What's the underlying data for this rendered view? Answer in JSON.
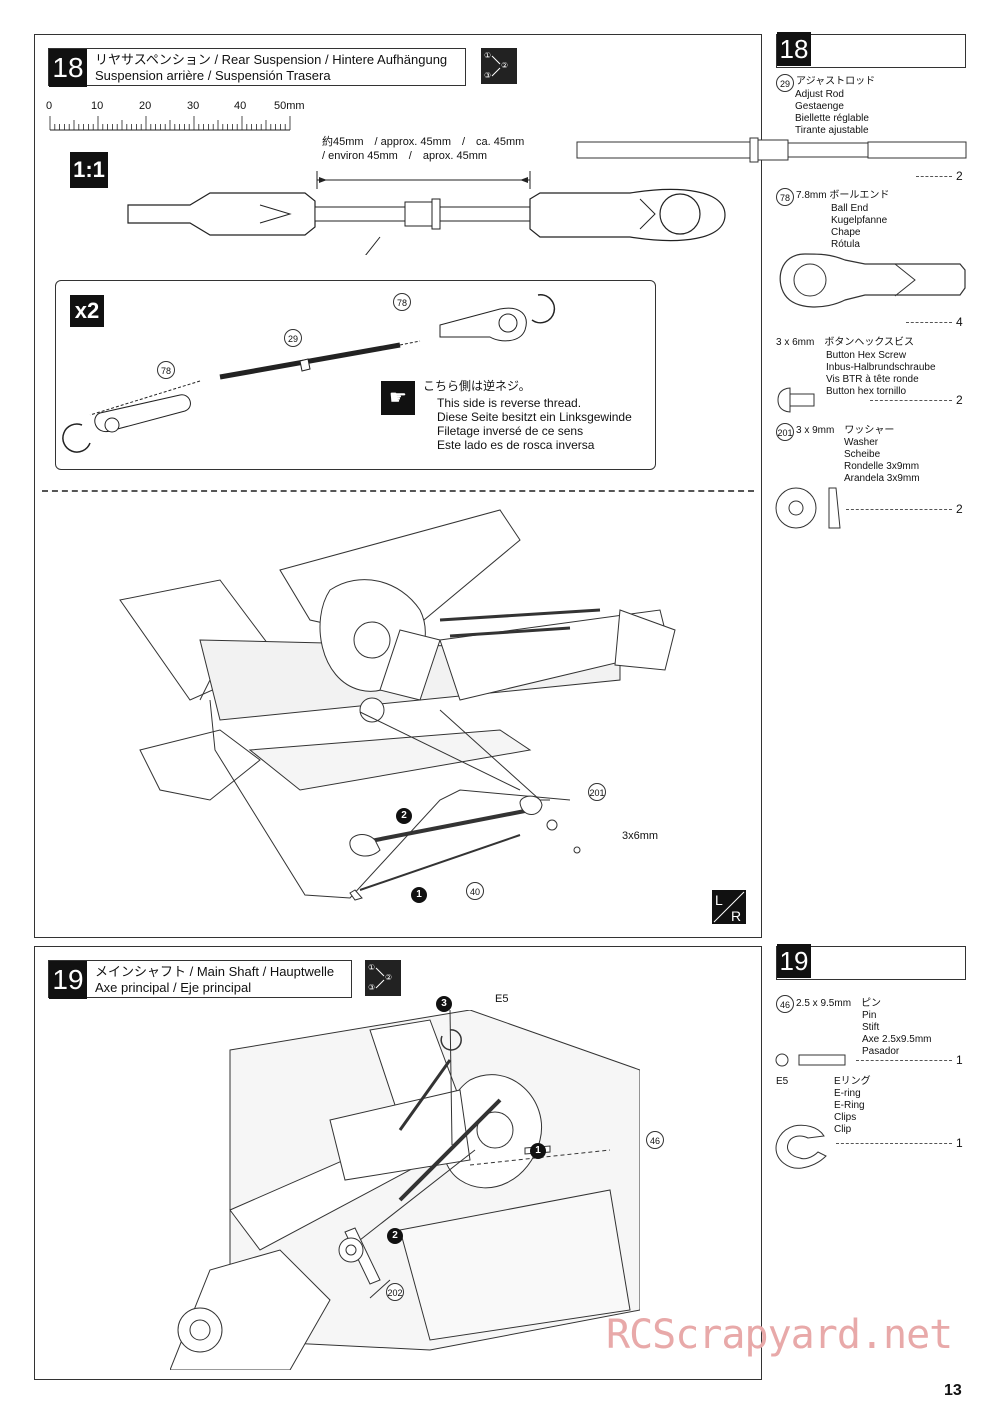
{
  "step18": {
    "number": "18",
    "title_line1": "リヤサスペンション / Rear Suspension / Hintere Aufhängung",
    "title_line2": "Suspension arrière / Suspensión Trasera",
    "ruler_ticks": [
      "0",
      "10",
      "20",
      "30",
      "40",
      "50mm"
    ],
    "scale_label": "1:1",
    "length_line1": "約45mm　/ approx. 45mm　/　ca. 45mm",
    "length_line2": "/ environ 45mm　/　aprox. 45mm",
    "multiplier": "x2",
    "part78a": "78",
    "part78b": "78",
    "part29": "29",
    "reverse_jp": "こちら側は逆ネジ。",
    "reverse_en": "This side is reverse thread.",
    "reverse_de": "Diese Seite besitzt ein Linksgewinde",
    "reverse_fr": "Filetage inversé de ce sens",
    "reverse_es": "Este lado es de rosca inversa",
    "callout_201": "201",
    "callout_40": "40",
    "screw_label": "3x6mm",
    "bullet1": "1",
    "bullet2": "2",
    "lr_mark": "L/R"
  },
  "parts18": {
    "number": "18",
    "items": [
      {
        "id": "29",
        "lines": [
          "アジャストロッド",
          "Adjust Rod",
          "Gestaenge",
          "Biellette réglable",
          "Tirante ajustable"
        ],
        "qty": "2"
      },
      {
        "id": "78",
        "lines": [
          "7.8mm ボールエンド",
          "Ball End",
          "Kugelpfanne",
          "Chape",
          "Rótula"
        ],
        "qty": "4"
      },
      {
        "id": "",
        "lines": [
          "3 x 6mm　ボタンヘックスビス",
          "Button Hex Screw",
          "Inbus-Halbrundschraube",
          "Vis BTR à tête ronde",
          "Button hex tornillo"
        ],
        "qty": "2"
      },
      {
        "id": "201",
        "lines": [
          "3 x 9mm　ワッシャー",
          "Washer",
          "Scheibe",
          "Rondelle 3x9mm",
          "Arandela 3x9mm"
        ],
        "qty": "2"
      }
    ]
  },
  "step19": {
    "number": "19",
    "title_line1": "メインシャフト / Main Shaft / Hauptwelle",
    "title_line2": "Axe principal / Eje principal",
    "e5": "E5",
    "callout_46": "46",
    "callout_202": "202",
    "bullet1": "1",
    "bullet2": "2",
    "bullet3": "3"
  },
  "parts19": {
    "number": "19",
    "items": [
      {
        "id": "46",
        "lines": [
          "2.5 x 9.5mm　ピン",
          "Pin",
          "Stift",
          "Axe 2.5x9.5mm",
          "Pasador"
        ],
        "qty": "1"
      },
      {
        "id": "E5",
        "lines": [
          "Eリング",
          "E-ring",
          "E-Ring",
          "Clips",
          "Clip"
        ],
        "qty": "1"
      }
    ]
  },
  "page_number": "13",
  "watermark": "RCScrapyard.net"
}
